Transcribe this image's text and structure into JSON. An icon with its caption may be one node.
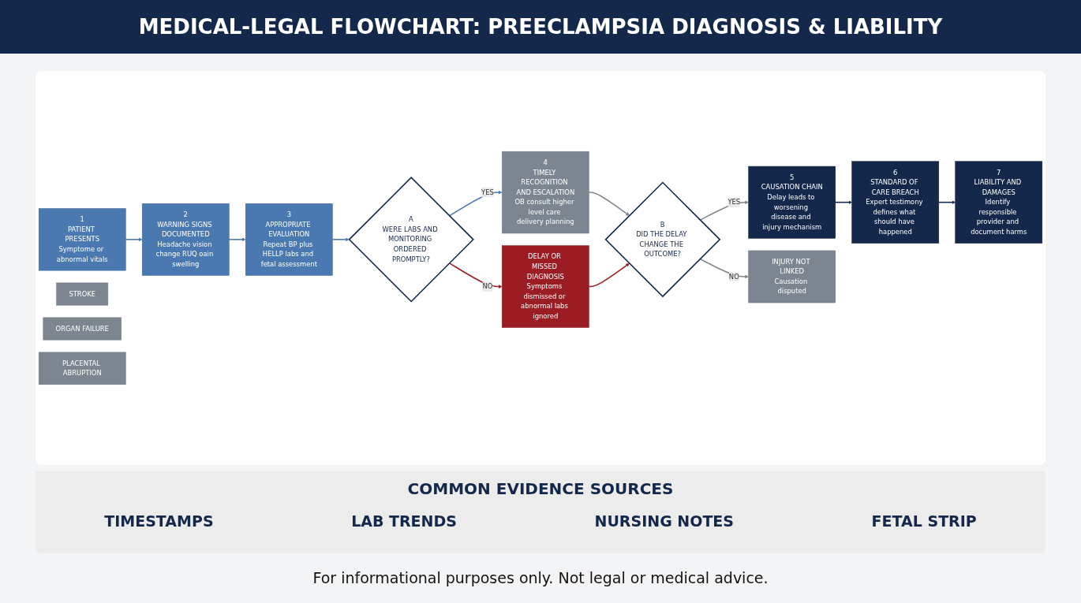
{
  "diagram": {
    "title": "MEDICAL-LEGAL FLOWCHART: PREECLAMPSIA DIAGNOSIS & LIABILITY",
    "nodes": [
      {
        "text": [
          "1",
          "PATIENT PRESENTS",
          "Symptome or abnormal vitals"
        ]
      },
      {
        "text": [
          "2",
          "WARNING SIGNS DOCUMENTED",
          "Headache vision change RUQ oain swelling"
        ]
      },
      {
        "text": [
          "3",
          "APPROPRIATE EVALUATION",
          "Repeat BP plus HELLP labs and fetal assessment"
        ]
      },
      {
        "text": [
          "A",
          "WERE LABS AND MONITORING ORDERED PROMPTLY?"
        ]
      },
      {
        "text": [
          "4",
          "TIMELY RECOGNITION AND ESCALATION",
          "OB consult higher level care delivery planning"
        ]
      },
      {
        "text": [
          "B",
          "DID THE DELAY CHANGE THE OUTCOME?"
        ]
      },
      {
        "text": [
          "5",
          "CAUSATION CHAIN",
          "Delay leads to worsening disease and injury mechanism"
        ]
      },
      {
        "text": [
          "6",
          "STANDARD OF CARE BREACH",
          "Expert testimony defines what should have happened"
        ]
      },
      {
        "text": [
          "7",
          "LIABILITY AND DAMAGES",
          "Identify responsible provider and document harms"
        ]
      },
      {
        "text": [
          "STROKE"
        ]
      },
      {
        "text": [
          "ORGAN FAILURE"
        ]
      },
      {
        "text": [
          "PLACENTAL ABRUPTION"
        ]
      },
      {
        "text": [
          "DELAY OR MISSED DIAGNOSIS",
          "Symptoms dismissed or abnormal labs ignored"
        ]
      },
      {
        "text": [
          "INJURY NOT LINKED",
          "Causation disputed"
        ]
      }
    ],
    "edges": [
      {
        "from": 0,
        "to": 1,
        "arrow": "to"
      },
      {
        "from": 1,
        "to": 2,
        "arrow": "to"
      },
      {
        "from": 2,
        "to": 3,
        "arrow": "to"
      },
      {
        "from": 3,
        "to": 4,
        "arrow": "to",
        "label": "YES"
      },
      {
        "from": 4,
        "to": 5,
        "arrow": "to",
        "color": "#7d8690"
      },
      {
        "from": 3,
        "to": 12,
        "arrow": "to",
        "label": "NO",
        "color": "#9b1c23"
      },
      {
        "from": 12,
        "to": 5,
        "arrow": "to",
        "color": "#9b1c23"
      },
      {
        "from": 5,
        "to": 6,
        "arrow": "to",
        "label": "YES",
        "color": "#7d8690"
      },
      {
        "from": 5,
        "to": 13,
        "arrow": "to",
        "label": "NO",
        "color": "#7d8690"
      },
      {
        "from": 6,
        "to": 7,
        "arrow": "to",
        "color": "#13284a"
      },
      {
        "from": 7,
        "to": 8,
        "arrow": "to",
        "color": "#13284a"
      }
    ],
    "labels": [
      "COMMON EVIDENCE SOURCES",
      "TIMESTAMPS",
      "LAB TRENDS",
      "NURSING NOTES",
      "FETAL STRIP",
      "For informational purposes only. Not legal or medical advice."
    ]
  }
}
